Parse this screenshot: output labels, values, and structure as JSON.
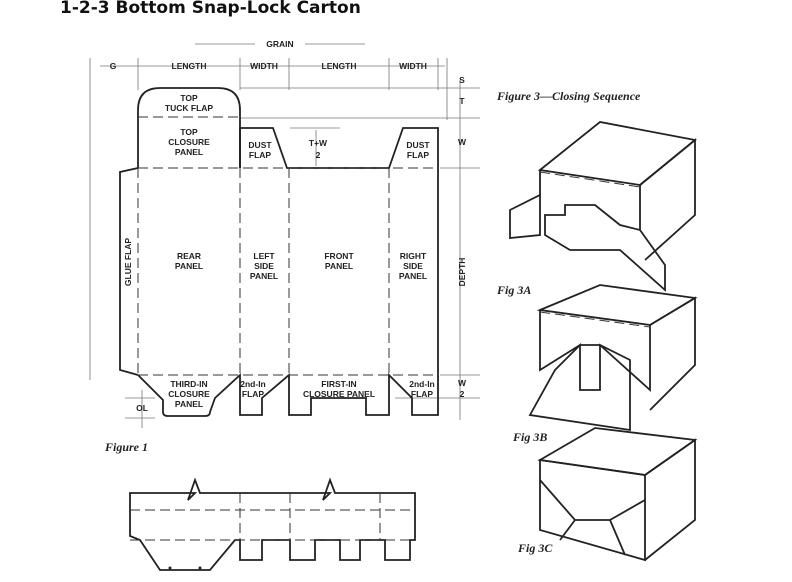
{
  "title": "1-2-3 Bottom Snap-Lock Carton",
  "figure1": {
    "caption": "Figure 1",
    "grain": "GRAIN",
    "dimensions_top": [
      "G",
      "LENGTH",
      "WIDTH",
      "LENGTH",
      "WIDTH"
    ],
    "dimensions_right": {
      "s": "S",
      "t": "T",
      "w": "W",
      "depth": "DEPTH",
      "w2_num": "W",
      "w2_den": "2"
    },
    "ol": "OL",
    "tw_num": "T+W",
    "tw_den": "2",
    "panels": {
      "top_tuck_1": "TOP",
      "top_tuck_2": "TUCK FLAP",
      "top_closure_1": "TOP",
      "top_closure_2": "CLOSURE",
      "top_closure_3": "PANEL",
      "dust_left_1": "DUST",
      "dust_left_2": "FLAP",
      "dust_right_1": "DUST",
      "dust_right_2": "FLAP",
      "glue": "GLUE FLAP",
      "rear_1": "REAR",
      "rear_2": "PANEL",
      "left_1": "LEFT",
      "left_2": "SIDE",
      "left_3": "PANEL",
      "front_1": "FRONT",
      "front_2": "PANEL",
      "right_1": "RIGHT",
      "right_2": "SIDE",
      "right_3": "PANEL",
      "third_1": "THIRD-IN",
      "third_2": "CLOSURE",
      "third_3": "PANEL",
      "second_l_1": "2nd-In",
      "second_l_2": "FLAP",
      "first_1": "FIRST-IN",
      "first_2": "CLOSURE PANEL",
      "second_r_1": "2nd-In",
      "second_r_2": "FLAP"
    }
  },
  "figure3": {
    "caption": "Figure 3—Closing Sequence",
    "fig3a": "Fig 3A",
    "fig3b": "Fig 3B",
    "fig3c": "Fig 3C"
  }
}
